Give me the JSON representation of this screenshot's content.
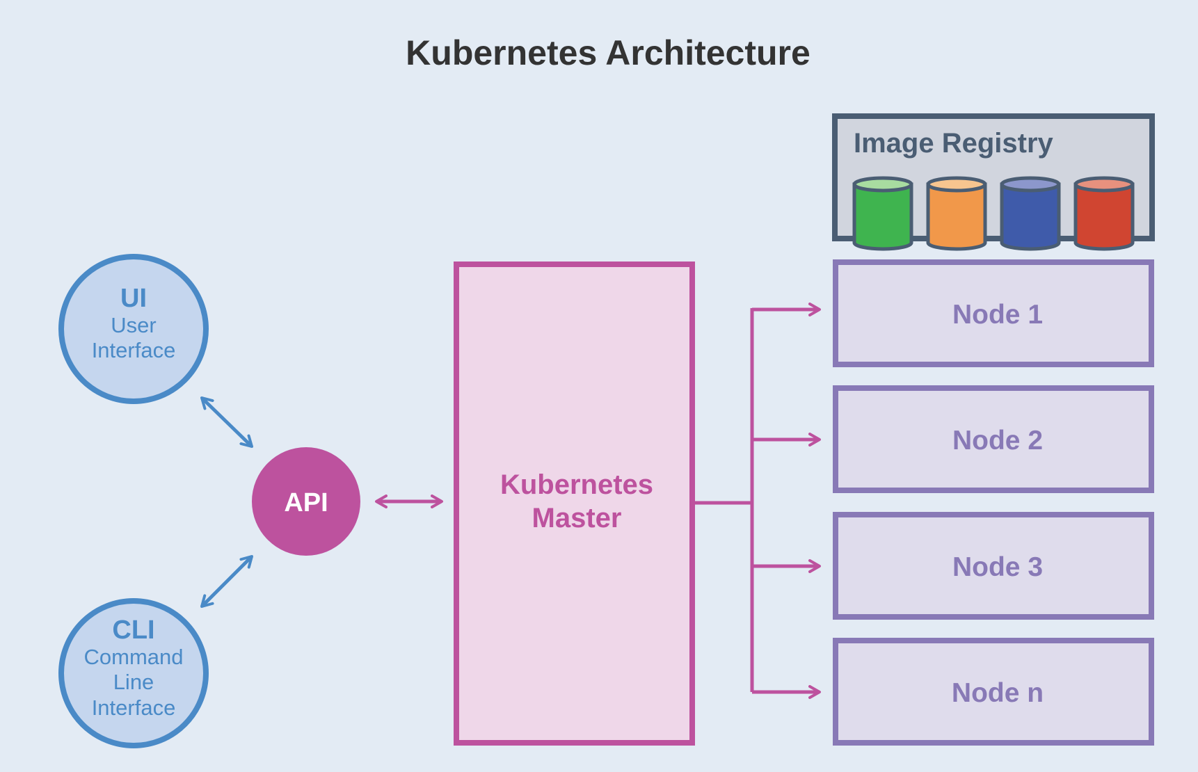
{
  "title": "Kubernetes Architecture",
  "ui": {
    "abbr": "UI",
    "line1": "User",
    "line2": "Interface"
  },
  "cli": {
    "abbr": "CLI",
    "line1": "Command",
    "line2": "Line",
    "line3": "Interface"
  },
  "api": {
    "label": "API"
  },
  "master": {
    "line1": "Kubernetes",
    "line2": "Master"
  },
  "registry": {
    "label": "Image Registry",
    "images": [
      {
        "color": "#3fb44f",
        "top": "#a8dca0"
      },
      {
        "color": "#f1984a",
        "top": "#f7c58f"
      },
      {
        "color": "#3f5baa",
        "top": "#8c97cc"
      },
      {
        "color": "#d04531",
        "top": "#e8917e"
      }
    ]
  },
  "nodes": [
    {
      "label": "Node 1"
    },
    {
      "label": "Node 2"
    },
    {
      "label": "Node 3"
    },
    {
      "label": "Node n"
    }
  ],
  "colors": {
    "blue": "#4a8ac7",
    "blue_fill": "#c5d6ee",
    "magenta": "#bd529e",
    "master_fill": "#efd7e9",
    "purple": "#8879b6",
    "node_fill": "#dfdcec",
    "registry_border": "#4a5d73",
    "registry_fill": "#d1d5de"
  }
}
